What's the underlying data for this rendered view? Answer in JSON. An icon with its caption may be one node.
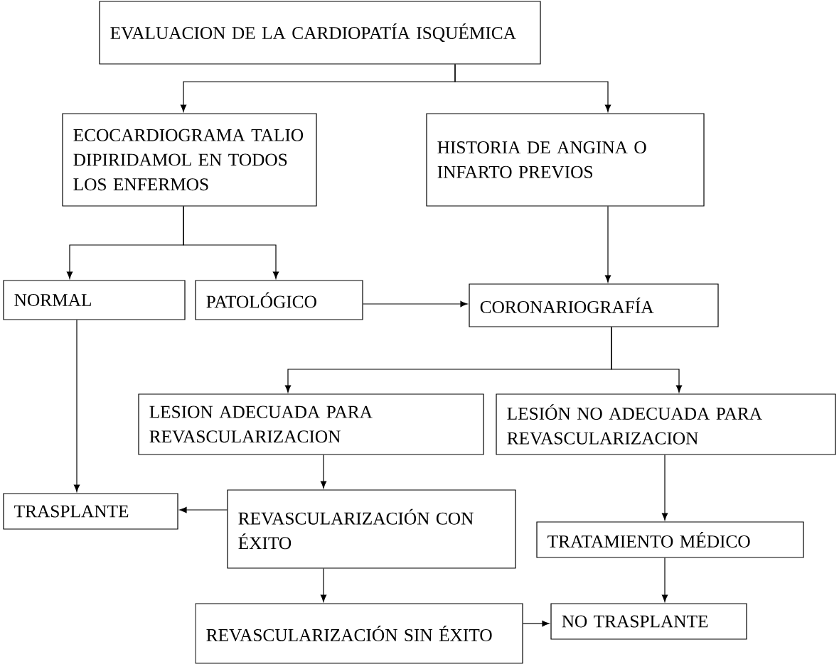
{
  "diagram": {
    "nodes": [
      {
        "text": [
          "EVALUACION DE LA CARDIOPATÍA ISQUÉMICA"
        ]
      },
      {
        "text": [
          "ECOCARDIOGRAMA TALIO DIPIRIDAMOL EN TODOS LOS ENFERMOS"
        ]
      },
      {
        "text": [
          "HISTORIA DE ANGINA O INFARTO PREVIOS"
        ]
      },
      {
        "text": [
          "NORMAL"
        ]
      },
      {
        "text": [
          "PATOLÓGICO"
        ]
      },
      {
        "text": [
          "CORONARIOGRAFÍA"
        ]
      },
      {
        "text": [
          "LESION ADECUADA PARA REVASCULARIZACION"
        ]
      },
      {
        "text": [
          "LESIÓN NO ADECUADA PARA REVASCULARIZACION"
        ]
      },
      {
        "text": [
          "TRASPLANTE"
        ]
      },
      {
        "text": [
          "REVASCULARIZACIÓN CON ÉXITO"
        ]
      },
      {
        "text": [
          "TRATAMIENTO MÉDICO"
        ]
      },
      {
        "text": [
          "REVASCULARIZACIÓN SIN ÉXITO"
        ]
      },
      {
        "text": [
          "NO TRASPLANTE"
        ]
      }
    ],
    "edges": [
      {
        "from": 0,
        "to": 1,
        "arrow": "to"
      },
      {
        "from": 0,
        "to": 2,
        "arrow": "to"
      },
      {
        "from": 1,
        "to": 3,
        "arrow": "to"
      },
      {
        "from": 1,
        "to": 4,
        "arrow": "to"
      },
      {
        "from": 2,
        "to": 5,
        "arrow": "to"
      },
      {
        "from": 4,
        "to": 5,
        "arrow": "to"
      },
      {
        "from": 5,
        "to": 6,
        "arrow": "to"
      },
      {
        "from": 5,
        "to": 7,
        "arrow": "to"
      },
      {
        "from": 3,
        "to": 8,
        "arrow": "to"
      },
      {
        "from": 6,
        "to": 9,
        "arrow": "to"
      },
      {
        "from": 9,
        "to": 8,
        "arrow": "to"
      },
      {
        "from": 7,
        "to": 10,
        "arrow": "to"
      },
      {
        "from": 9,
        "to": 11,
        "arrow": "to"
      },
      {
        "from": 10,
        "to": 12,
        "arrow": "to"
      },
      {
        "from": 11,
        "to": 12,
        "arrow": "to"
      }
    ]
  }
}
